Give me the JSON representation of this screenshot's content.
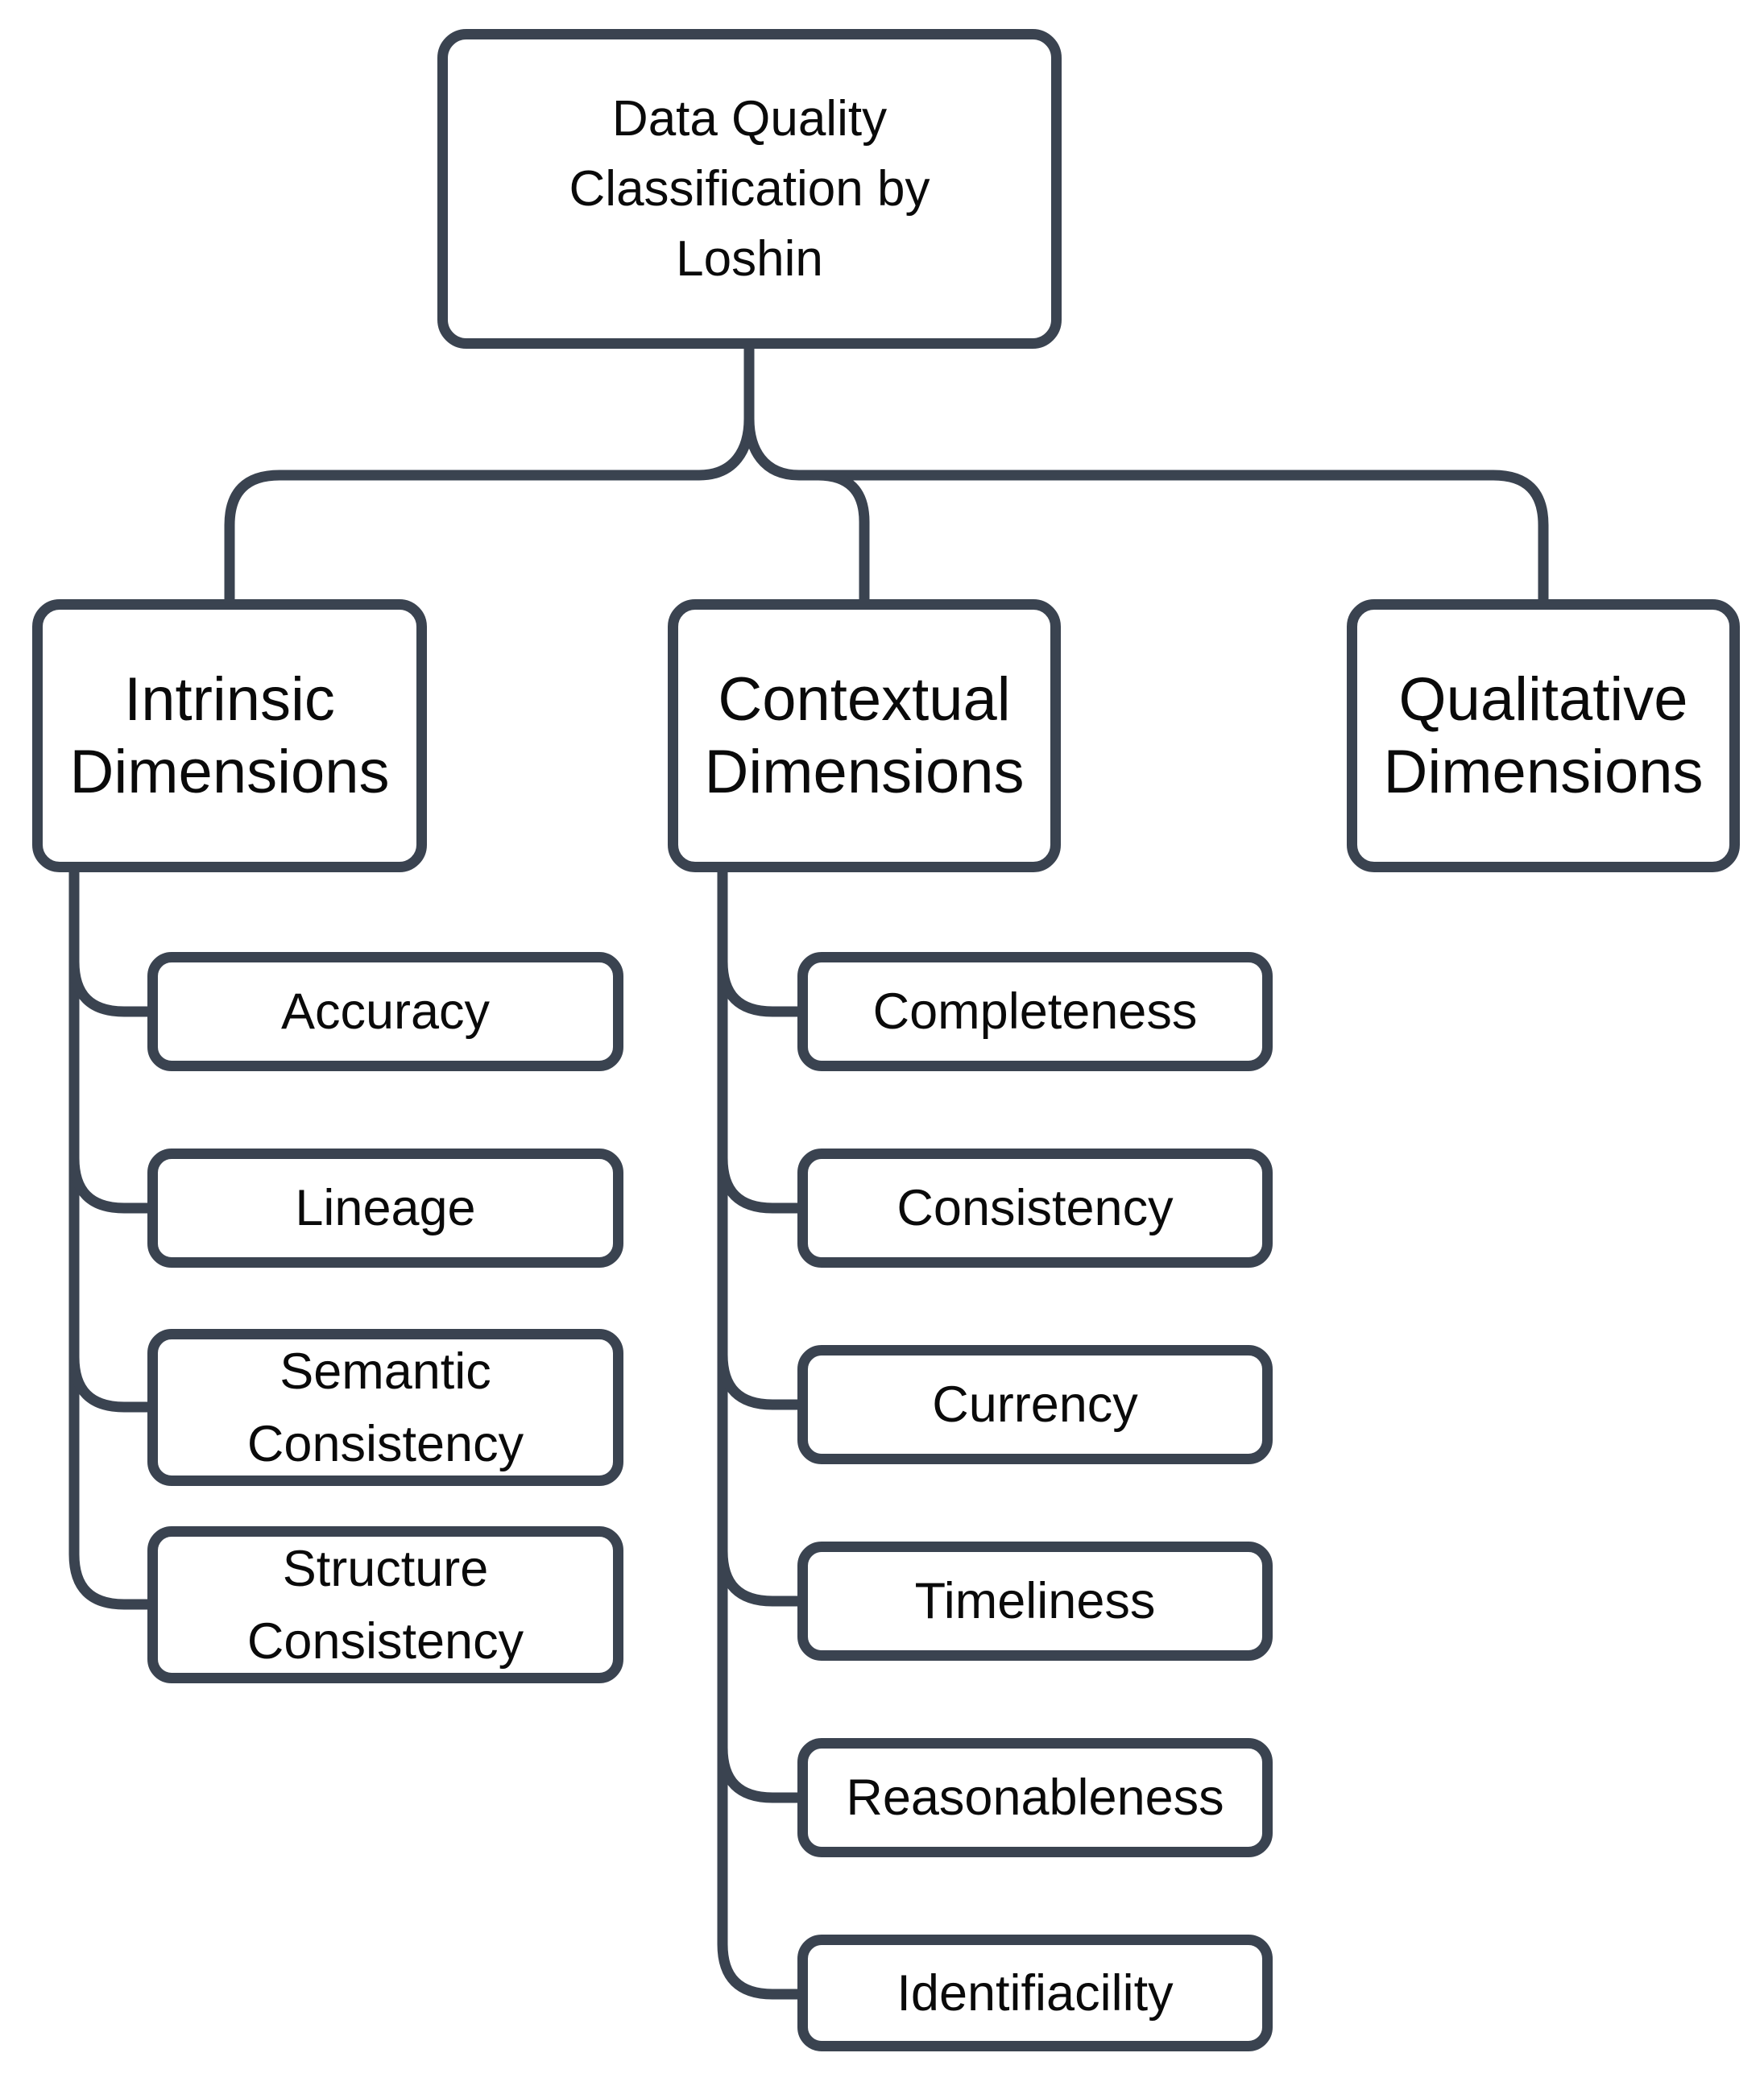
{
  "colors": {
    "line": "#3a4350",
    "text": "#0a0a0a",
    "background": "#ffffff",
    "node_fill": "#ffffff"
  },
  "diagram": {
    "title": "Data Quality Classification by Loshin",
    "root": {
      "label": "Data Quality\nClassification by\nLoshin"
    },
    "groups": [
      {
        "label": "Intrinsic\nDimensions",
        "children": [
          "Accuracy",
          "Lineage",
          "Semantic\nConsistency",
          "Structure\nConsistency"
        ]
      },
      {
        "label": "Contextual\nDimensions",
        "children": [
          "Completeness",
          "Consistency",
          "Currency",
          "Timeliness",
          "Reasonableness",
          "Identifiacility"
        ]
      },
      {
        "label": "Qualitative\nDimensions",
        "children": []
      }
    ]
  }
}
